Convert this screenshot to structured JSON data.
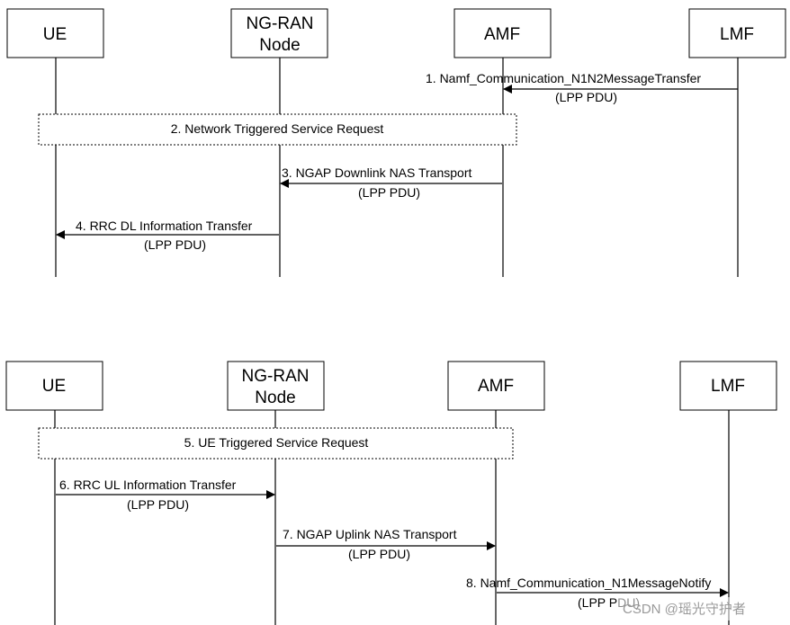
{
  "diagram_top": {
    "entities": [
      {
        "id": "ue",
        "lines": [
          "UE"
        ]
      },
      {
        "id": "ngran",
        "lines": [
          "NG-RAN",
          "Node"
        ]
      },
      {
        "id": "amf",
        "lines": [
          "AMF"
        ]
      },
      {
        "id": "lmf",
        "lines": [
          "LMF"
        ]
      }
    ],
    "messages": [
      {
        "label": "1. Namf_Communication_N1N2MessageTransfer",
        "sub": "(LPP PDU)",
        "from": "lmf",
        "to": "amf"
      },
      {
        "label": "3. NGAP Downlink NAS Transport",
        "sub": "(LPP PDU)",
        "from": "amf",
        "to": "ngran"
      },
      {
        "label": "4. RRC DL Information Transfer",
        "sub": "(LPP PDU)",
        "from": "ngran",
        "to": "ue"
      }
    ],
    "procedures": [
      {
        "label": "2. Network Triggered Service Request"
      }
    ]
  },
  "diagram_bottom": {
    "entities": [
      {
        "id": "ue",
        "lines": [
          "UE"
        ]
      },
      {
        "id": "ngran",
        "lines": [
          "NG-RAN",
          "Node"
        ]
      },
      {
        "id": "amf",
        "lines": [
          "AMF"
        ]
      },
      {
        "id": "lmf",
        "lines": [
          "LMF"
        ]
      }
    ],
    "messages": [
      {
        "label": "6. RRC UL Information Transfer",
        "sub": "(LPP PDU)",
        "from": "ue",
        "to": "ngran"
      },
      {
        "label": "7. NGAP Uplink NAS Transport",
        "sub": "(LPP PDU)",
        "from": "ngran",
        "to": "amf"
      },
      {
        "label": "8. Namf_Communication_N1MessageNotify",
        "sub": "(LPP PDU)",
        "from": "amf",
        "to": "lmf"
      }
    ],
    "procedures": [
      {
        "label": "5. UE Triggered Service Request"
      }
    ]
  },
  "watermark": "CSDN @瑶光守护者"
}
